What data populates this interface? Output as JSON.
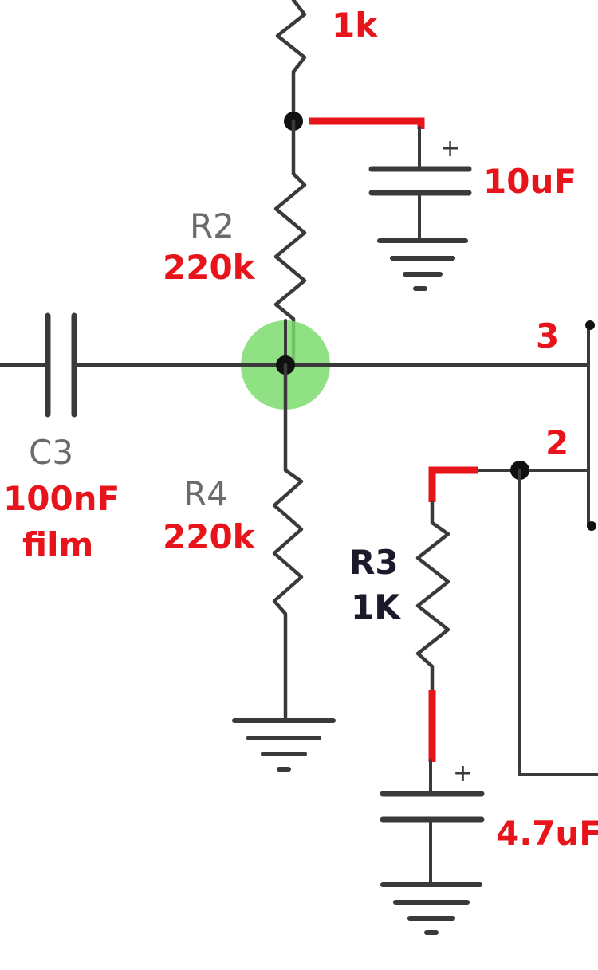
{
  "components": {
    "r_top": {
      "value": "1k"
    },
    "c_bypass": {
      "value": "10uF",
      "polarity": "+"
    },
    "r2": {
      "name": "R2",
      "value": "220k"
    },
    "c3": {
      "name": "C3",
      "value": "100nF",
      "type": "film"
    },
    "r4": {
      "name": "R4",
      "value": "220k"
    },
    "r3": {
      "name": "R3",
      "value": "1K"
    },
    "c_feedback": {
      "value": "4.7uF",
      "polarity": "+"
    }
  },
  "pins": {
    "noninverting": "3",
    "inverting": "2"
  },
  "colors": {
    "wire": "#3a3a3a",
    "highlight_wire": "#e8141b",
    "label_red": "#e8141b",
    "label_gray": "#6b6b6b",
    "marker": "#7ddc6f"
  }
}
